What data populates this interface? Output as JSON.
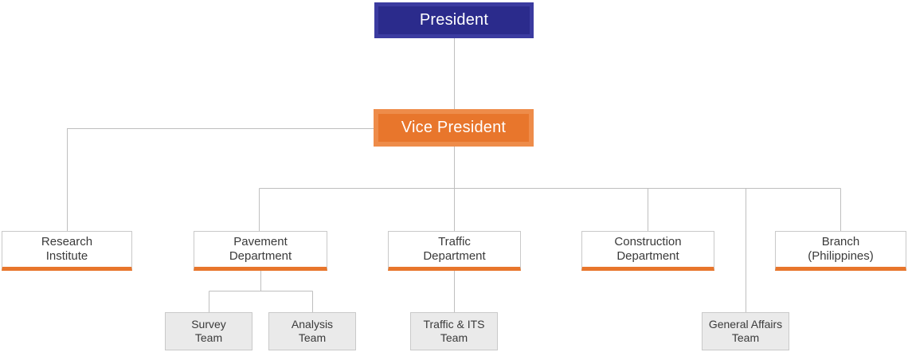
{
  "chart_data": {
    "type": "diagram",
    "diagram_kind": "organization-chart",
    "orientation": "top-down",
    "levels": 4,
    "colors": {
      "president_fill": "#2B2B8C",
      "president_border": "#3B3BA0",
      "vice_president_fill": "#E8762C",
      "vice_president_border": "#EE8C4A",
      "department_fill": "#FFFFFF",
      "department_accent": "#E8762C",
      "department_border": "#C9C9C9",
      "team_fill": "#EAEAEA",
      "team_border": "#C9C9C9",
      "connector_line": "#BFBFBF",
      "text_dark": "#3A3A3A",
      "text_light": "#FFFFFF"
    }
  },
  "nodes": {
    "president": {
      "label": "President"
    },
    "vice_president": {
      "label": "Vice President"
    },
    "research_institute": {
      "label": "Research\nInstitute"
    },
    "pavement_department": {
      "label": "Pavement\nDepartment"
    },
    "traffic_department": {
      "label": "Traffic\nDepartment"
    },
    "construction_department": {
      "label": "Construction\nDepartment"
    },
    "branch_philippines": {
      "label": "Branch\n(Philippines)"
    },
    "survey_team": {
      "label": "Survey\nTeam"
    },
    "analysis_team": {
      "label": "Analysis\nTeam"
    },
    "traffic_its_team": {
      "label": "Traffic & ITS\nTeam"
    },
    "general_affairs_team": {
      "label": "General Affairs\nTeam"
    }
  },
  "edges": [
    {
      "from": "president",
      "to": "vice_president"
    },
    {
      "from": "vice_president",
      "to": "research_institute"
    },
    {
      "from": "vice_president",
      "to": "pavement_department"
    },
    {
      "from": "vice_president",
      "to": "traffic_department"
    },
    {
      "from": "vice_president",
      "to": "construction_department"
    },
    {
      "from": "vice_president",
      "to": "branch_philippines"
    },
    {
      "from": "vice_president",
      "to": "general_affairs_team"
    },
    {
      "from": "pavement_department",
      "to": "survey_team"
    },
    {
      "from": "pavement_department",
      "to": "analysis_team"
    },
    {
      "from": "traffic_department",
      "to": "traffic_its_team"
    }
  ]
}
